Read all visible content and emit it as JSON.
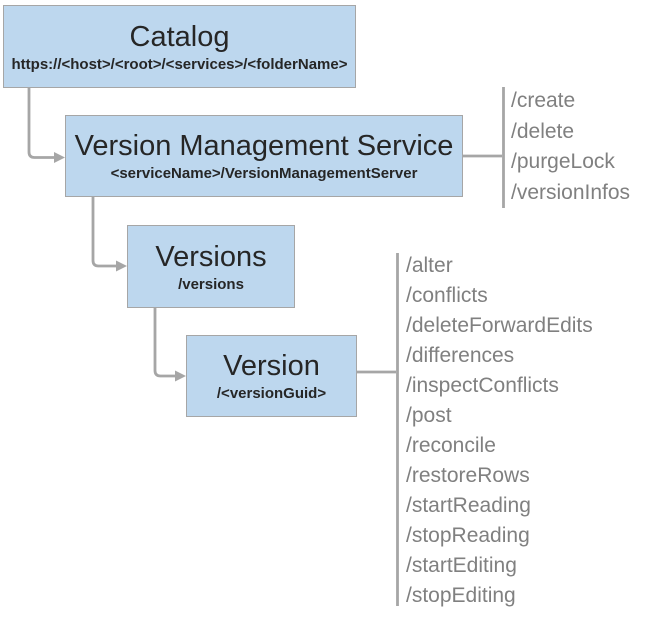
{
  "diagram": {
    "colors": {
      "node_fill": "#bdd7ee",
      "node_border": "#a6a6a6",
      "connector": "#a6a6a6",
      "node_text": "#262626",
      "operation_text": "#808080",
      "background": "#ffffff"
    },
    "nodes": {
      "catalog": {
        "title": "Catalog",
        "subtitle": "https://<host>/<root>/<services>/<folderName>"
      },
      "version_management_service": {
        "title": "Version Management Service",
        "subtitle": "<serviceName>/VersionManagementServer"
      },
      "versions": {
        "title": "Versions",
        "subtitle": "/versions"
      },
      "version": {
        "title": "Version",
        "subtitle": "/<versionGuid>"
      }
    },
    "operations": {
      "version_management_service": [
        "/create",
        "/delete",
        "/purgeLock",
        "/versionInfos"
      ],
      "version": [
        "/alter",
        "/conflicts",
        "/deleteForwardEdits",
        "/differences",
        "/inspectConflicts",
        "/post",
        "/reconcile",
        "/restoreRows",
        "/startReading",
        "/stopReading",
        "/startEditing",
        "/stopEditing"
      ]
    }
  }
}
